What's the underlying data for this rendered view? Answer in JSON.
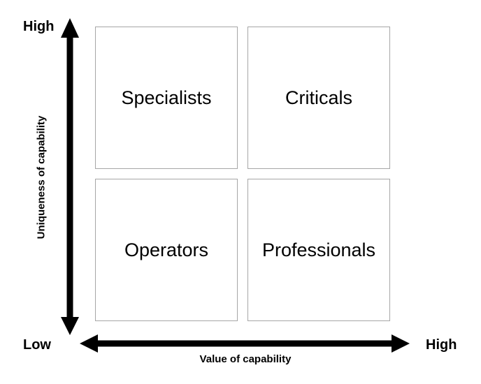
{
  "quadrants": {
    "top_left": "Specialists",
    "top_right": "Criticals",
    "bottom_left": "Operators",
    "bottom_right": "Professionals"
  },
  "y_axis": {
    "title": "Uniqueness of capability",
    "high_label": "High"
  },
  "x_axis": {
    "title": "Value of capability",
    "low_label": "Low",
    "high_label": "High"
  },
  "colors": {
    "quadrant_border": "#a6a6a6",
    "axis": "#000000"
  }
}
